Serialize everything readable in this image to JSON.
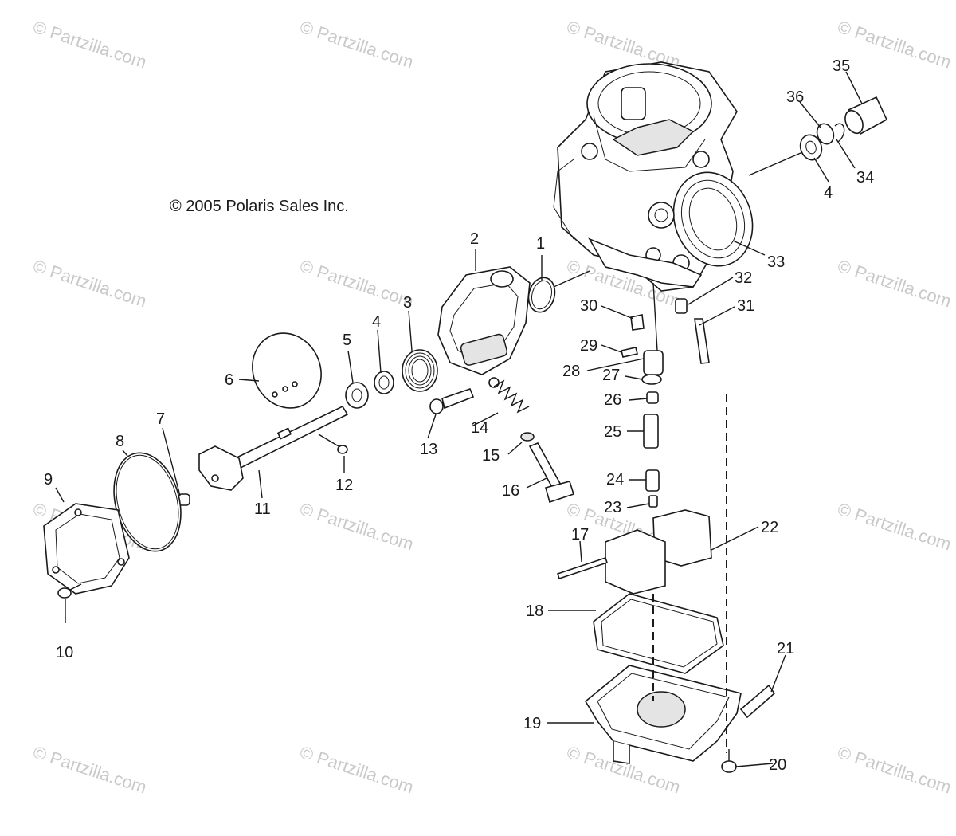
{
  "copyright": "© 2005 Polaris Sales Inc.",
  "watermark": "© Partzilla.com",
  "callouts": [
    "1",
    "2",
    "3",
    "4",
    "5",
    "6",
    "7",
    "8",
    "9",
    "10",
    "11",
    "12",
    "13",
    "14",
    "15",
    "16",
    "17",
    "18",
    "19",
    "20",
    "21",
    "22",
    "23",
    "24",
    "25",
    "26",
    "27",
    "28",
    "29",
    "30",
    "31",
    "32",
    "33",
    "34",
    "35",
    "36",
    "4"
  ],
  "colors": {
    "ink": "#1a1a1a",
    "watermark": "#c9c9c9",
    "background": "#ffffff"
  }
}
